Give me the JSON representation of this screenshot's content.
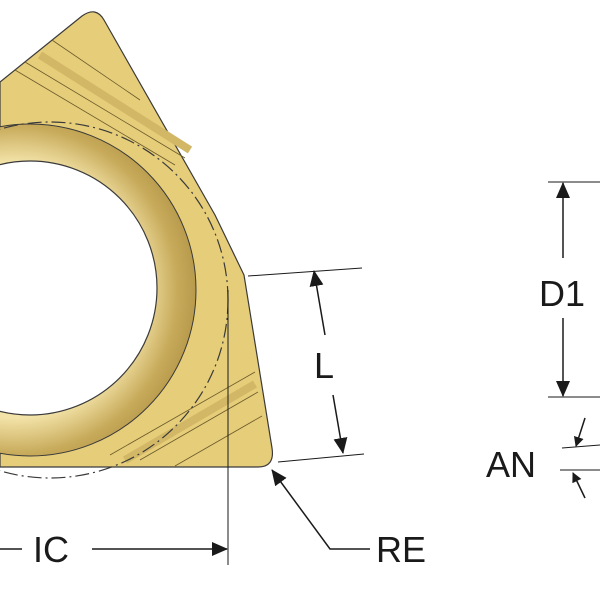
{
  "labels": {
    "ic": "IC",
    "l": "L",
    "re": "RE",
    "d1": "D1",
    "an": "AN"
  },
  "colors": {
    "insert": "#e6cd7a",
    "insert_shadow": "#c9ad5c",
    "outline": "#3a3a3a",
    "line": "#1a1a1a"
  }
}
